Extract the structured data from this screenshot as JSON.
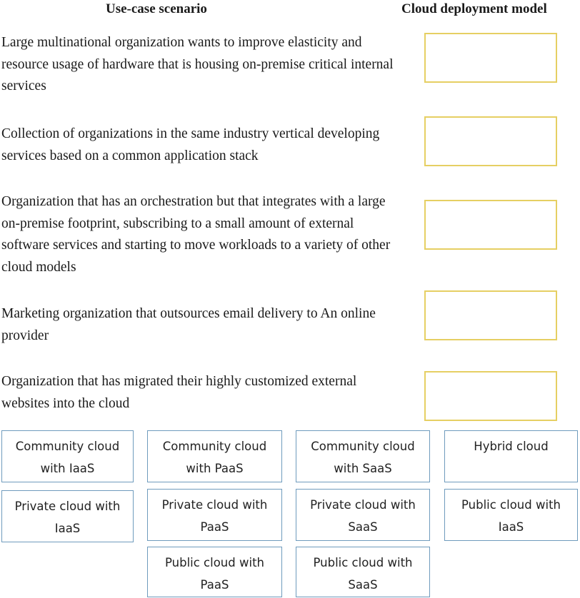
{
  "headers": {
    "left": "Use-case scenario",
    "right": "Cloud deployment model"
  },
  "scenarios": [
    "Large multinational organization wants to improve elasticity and resource usage of hardware that is housing on-premise critical internal services",
    "Collection of organizations in the same industry vertical developing services based on a common application stack",
    "Organization that has an orchestration but that integrates with a large on-premise footprint, subscribing to a small amount of external software services and starting to move workloads to a variety of other cloud models",
    "Marketing organization that outsources email delivery to An online provider",
    "Organization that has migrated their highly customized external websites into the cloud"
  ],
  "options": [
    "Community cloud with IaaS",
    "Community cloud with PaaS",
    "Community cloud with SaaS",
    "Hybrid cloud",
    "Private cloud with IaaS",
    "Private cloud with PaaS",
    "Private cloud with SaaS",
    "Public cloud with IaaS",
    "Public cloud with PaaS",
    "Public cloud with SaaS"
  ],
  "colors": {
    "slot_border": "#e6cf63",
    "option_border": "#6f9bbd"
  }
}
